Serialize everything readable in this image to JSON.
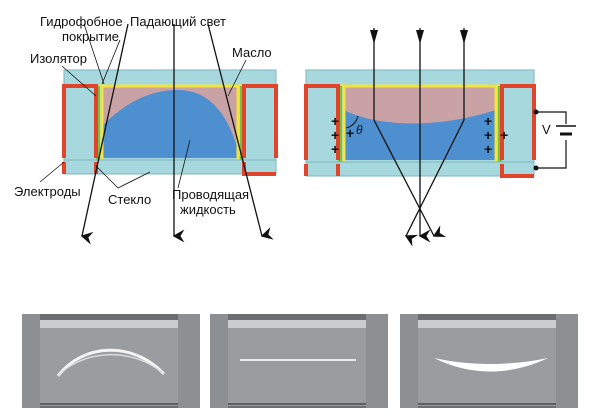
{
  "labels": {
    "hydrophobic_line1": "Гидрофобное",
    "hydrophobic_line2": "покрытие",
    "incident_light": "Падающий свет",
    "insulator": "Изолятор",
    "oil": "Масло",
    "electrodes": "Электроды",
    "glass": "Стекло",
    "conductive_line1": "Проводящая",
    "conductive_line2": "жидкость",
    "theta": "θ",
    "voltage": "V"
  },
  "charges": [
    "+",
    "+",
    "+",
    "+",
    "+",
    "+",
    "+",
    "+"
  ],
  "photos": [
    {
      "state": "convex"
    },
    {
      "state": "flat"
    },
    {
      "state": "concave"
    }
  ],
  "colors": {
    "glass": "#a6d8dd",
    "oil": "#c9a2a6",
    "liquid": "#4e8fd0",
    "electrode": "#e0442b",
    "insulator": "#76c043",
    "hydrophobic": "#f3e33c"
  }
}
